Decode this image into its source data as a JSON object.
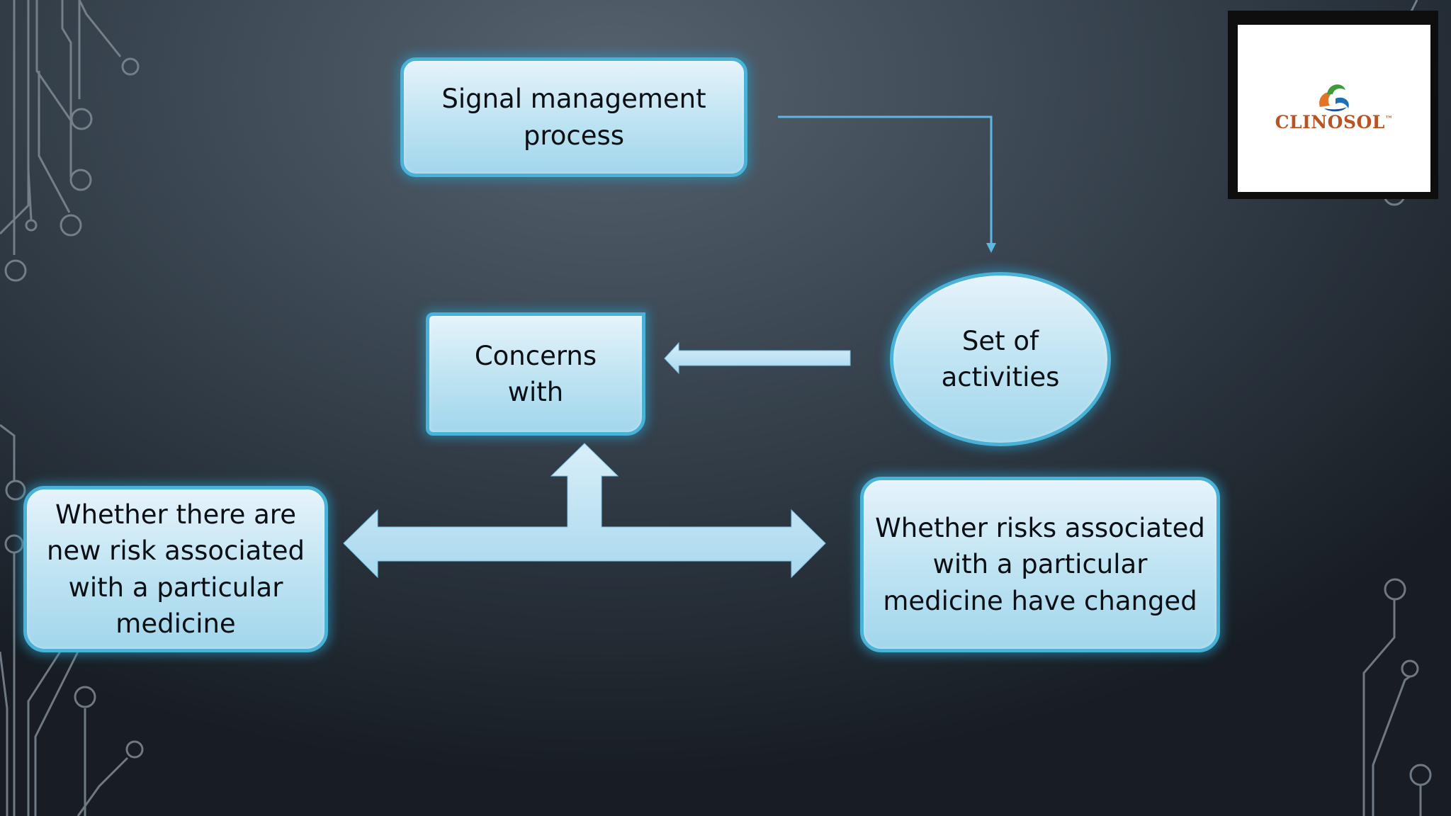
{
  "slide": {
    "nodes": {
      "signal": "Signal management\nprocess",
      "activities": "Set of\nactivities",
      "concerns": "Concerns\nwith",
      "new_risk": "Whether there are\nnew risk associated\nwith a particular\nmedicine",
      "changed_risk": "Whether risks associated\nwith a particular\nmedicine have changed"
    },
    "edges": [
      {
        "from": "signal",
        "to": "activities",
        "style": "connector-line"
      },
      {
        "from": "activities",
        "to": "concerns",
        "style": "block-arrow"
      },
      {
        "from": "branch",
        "to": "concerns",
        "style": "block-arrow"
      },
      {
        "from": "branch",
        "to": "new_risk",
        "style": "block-arrow"
      },
      {
        "from": "branch",
        "to": "changed_risk",
        "style": "block-arrow"
      }
    ],
    "logo": {
      "text": "CLINOSOL",
      "mark": "™"
    },
    "colors": {
      "box_fill": "#bde3f2",
      "box_border": "#49b2d6",
      "arrow_fill": "#b9e1f3",
      "connector": "#5cb8e0",
      "logo_text": "#b85424"
    }
  }
}
